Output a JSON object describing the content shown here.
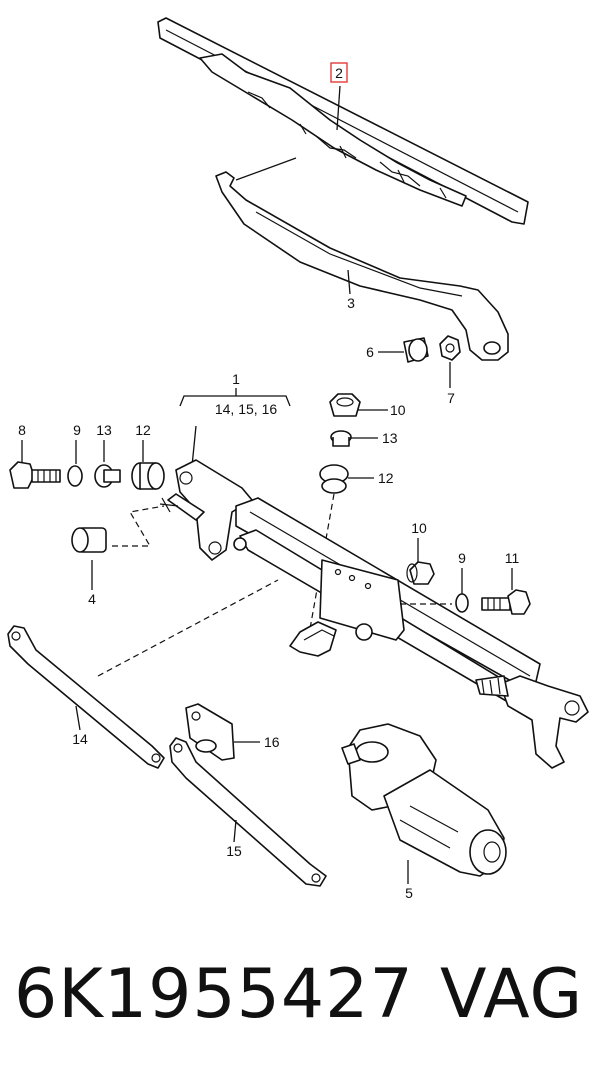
{
  "callouts": {
    "c1": "1",
    "c1_sub": "14, 15, 16",
    "c2": "2",
    "c3": "3",
    "c4": "4",
    "c5": "5",
    "c6": "6",
    "c7": "7",
    "c8": "8",
    "c9a": "9",
    "c9b": "9",
    "c10a": "10",
    "c10b": "10",
    "c11": "11",
    "c12a": "12",
    "c12b": "12",
    "c13a": "13",
    "c13b": "13",
    "c14": "14",
    "c15": "15",
    "c16": "16"
  },
  "highlight_color": "#e23b3b",
  "footer": {
    "part_number": "6K1955427",
    "brand": "VAG"
  }
}
